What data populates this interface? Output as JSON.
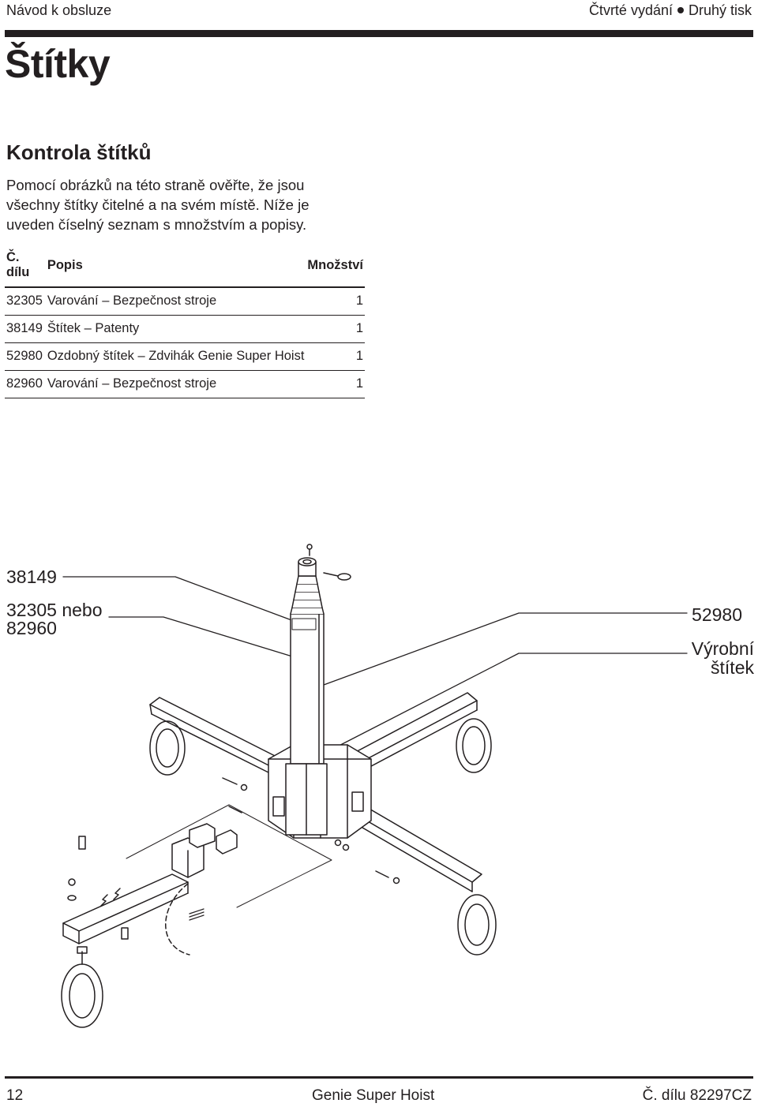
{
  "header": {
    "left": "Návod k obsluze",
    "right_edition": "Čtvrté vydání",
    "right_print": "Druhý tisk"
  },
  "page_title": "Štítky",
  "section": {
    "title": "Kontrola štítků",
    "intro": "Pomocí obrázků na této straně ověřte, že jsou všechny štítky čitelné a na svém místě. Níže je uveden číselný seznam s množstvím a popisy."
  },
  "table": {
    "headers": {
      "part": "Č. dílu",
      "desc": "Popis",
      "qty": "Množství"
    },
    "rows": [
      {
        "part": "32305",
        "desc": "Varování – Bezpečnost stroje",
        "qty": "1"
      },
      {
        "part": "38149",
        "desc": "Štítek – Patenty",
        "qty": "1"
      },
      {
        "part": "52980",
        "desc": "Ozdobný štítek – Zdvihák Genie Super Hoist",
        "qty": "1"
      },
      {
        "part": "82960",
        "desc": "Varování – Bezpečnost stroje",
        "qty": "1"
      }
    ]
  },
  "diagram": {
    "labels": {
      "l38149": "38149",
      "l32305_line1": "32305 nebo",
      "l32305_line2": "82960",
      "l52980": "52980",
      "serial_line1": "Výrobní",
      "serial_line2": "štítek"
    }
  },
  "footer": {
    "page": "12",
    "product": "Genie Super Hoist",
    "part_no": "Č. dílu 82297CZ"
  }
}
